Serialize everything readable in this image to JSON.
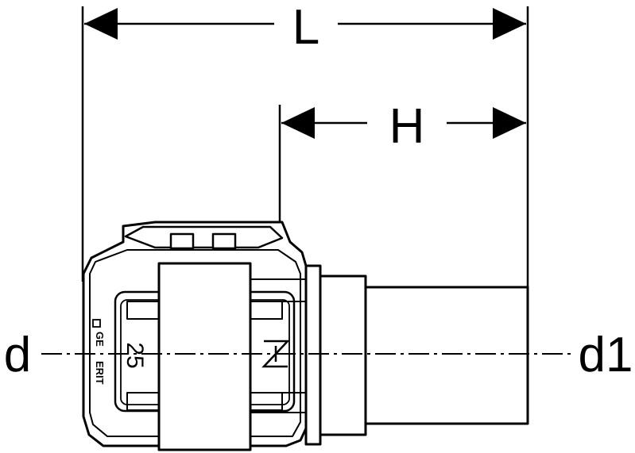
{
  "dimensions": {
    "length_label": "L",
    "height_label": "H",
    "inlet_diameter_label": "d",
    "outlet_diameter_label": "d1"
  },
  "fitting": {
    "size_marking": "25",
    "brand_text_left": "GE",
    "brand_text_right": "ERIT"
  },
  "colors": {
    "line": "#000000",
    "background": "#ffffff"
  }
}
